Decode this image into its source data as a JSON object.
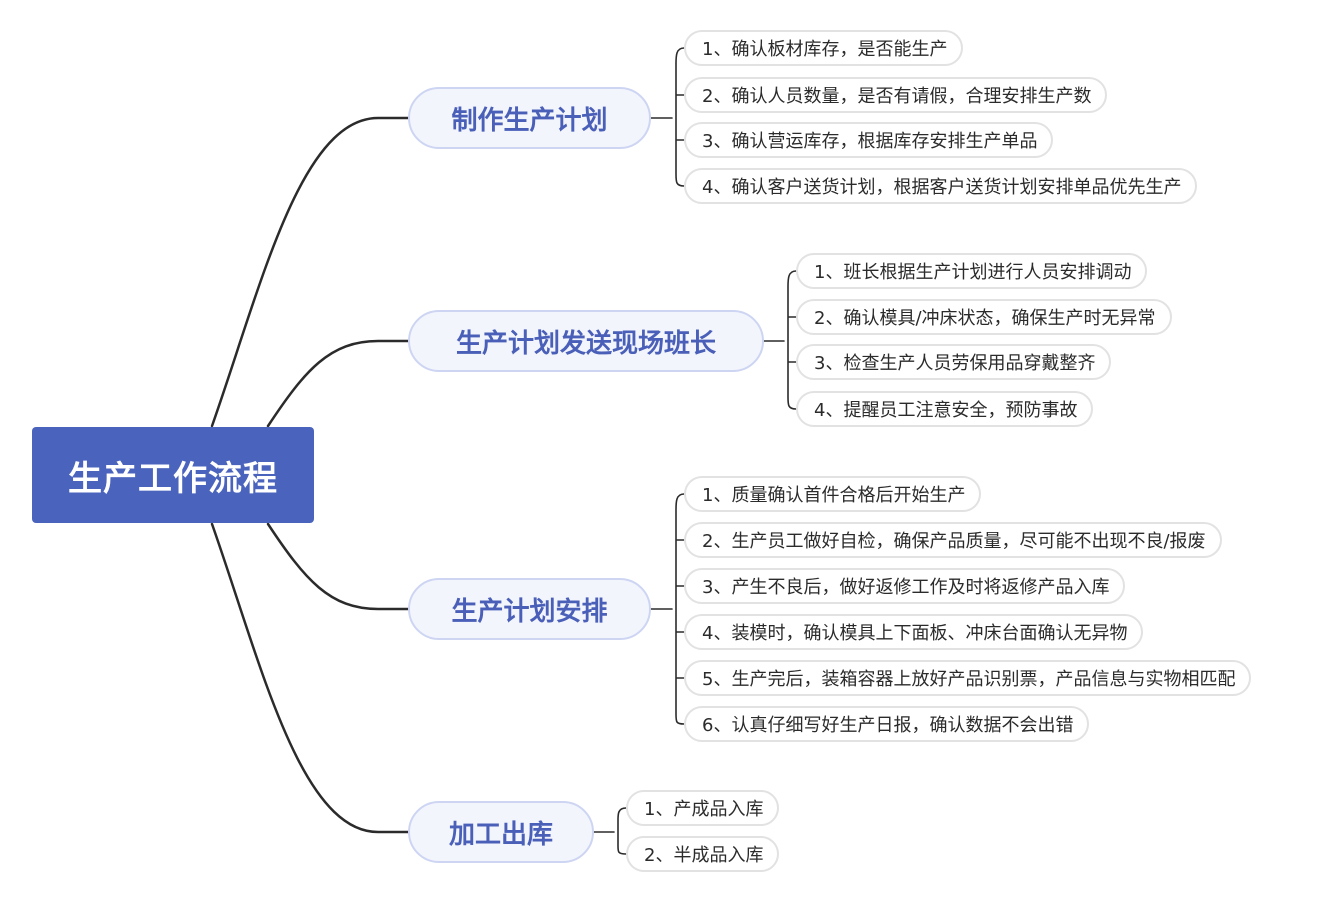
{
  "root": {
    "label": "生产工作流程"
  },
  "branches": [
    {
      "label": "制作生产计划",
      "items": [
        "1、确认板材库存，是否能生产",
        "2、确认人员数量，是否有请假，合理安排生产数",
        "3、确认营运库存，根据库存安排生产单品",
        "4、确认客户送货计划，根据客户送货计划安排单品优先生产"
      ]
    },
    {
      "label": "生产计划发送现场班长",
      "items": [
        "1、班长根据生产计划进行人员安排调动",
        "2、确认模具/冲床状态，确保生产时无异常",
        "3、检查生产人员劳保用品穿戴整齐",
        "4、提醒员工注意安全，预防事故"
      ]
    },
    {
      "label": "生产计划安排",
      "items": [
        "1、质量确认首件合格后开始生产",
        "2、生产员工做好自检，确保产品质量，尽可能不出现不良/报废",
        "3、产生不良后，做好返修工作及时将返修产品入库",
        "4、装模时，确认模具上下面板、冲床台面确认无异物",
        "5、生产完后，装箱容器上放好产品识别票，产品信息与实物相匹配",
        "6、认真仔细写好生产日报，确认数据不会出错"
      ]
    },
    {
      "label": "加工出库",
      "items": [
        "1、产成品入库",
        "2、半成品入库"
      ]
    }
  ],
  "colors": {
    "root_bg": "#4a63bd",
    "branch_text": "#4a5fb8",
    "branch_border": "#cdd5f3",
    "line": "#2b2b2b"
  }
}
